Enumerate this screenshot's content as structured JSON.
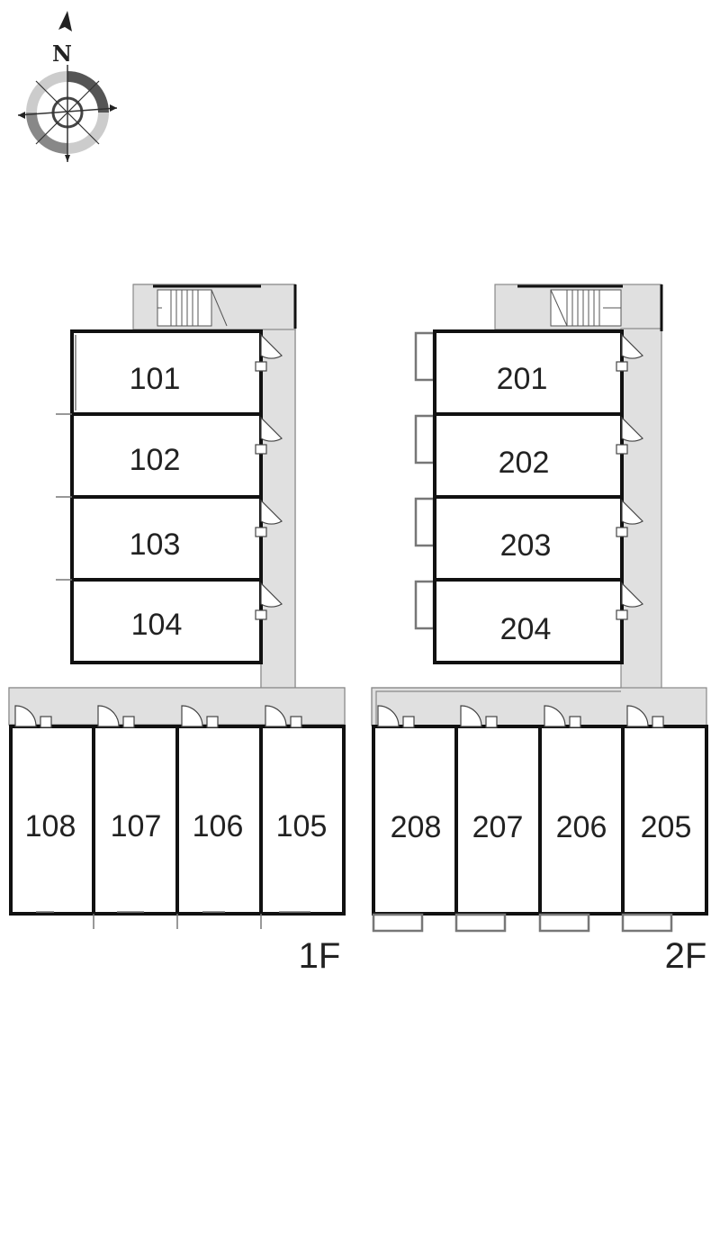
{
  "compass": {
    "north_label": "N"
  },
  "floors": {
    "first": {
      "label": "1F",
      "units_vertical": [
        "101",
        "102",
        "103",
        "104"
      ],
      "units_horizontal": [
        "108",
        "107",
        "106",
        "105"
      ]
    },
    "second": {
      "label": "2F",
      "units_vertical": [
        "201",
        "202",
        "203",
        "204"
      ],
      "units_horizontal": [
        "208",
        "207",
        "206",
        "205"
      ]
    }
  }
}
